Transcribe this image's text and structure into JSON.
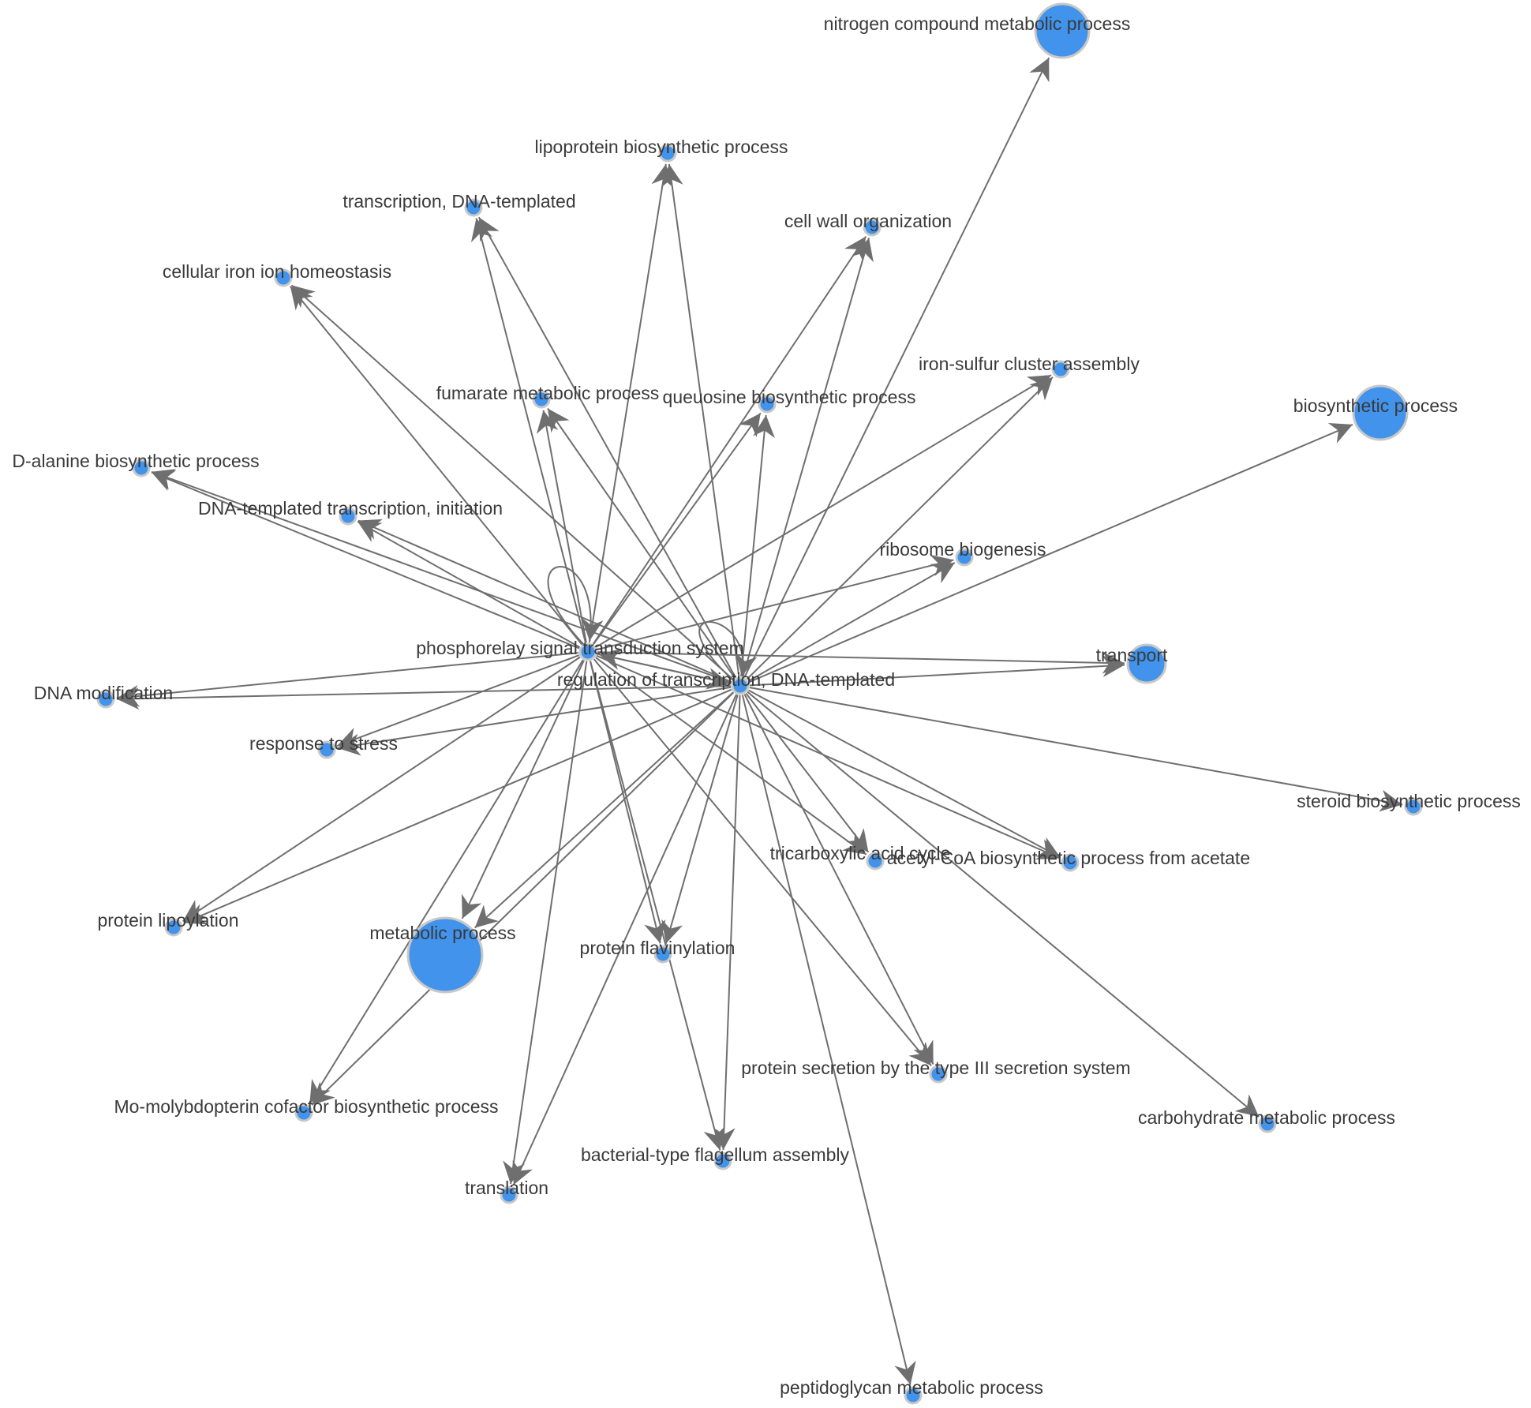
{
  "graph": {
    "hubs": [
      "phosphorelay",
      "regulation"
    ],
    "nodes": [
      {
        "id": "phosphorelay",
        "label": "phosphorelay signal transduction system",
        "size": "small"
      },
      {
        "id": "regulation",
        "label": "regulation of transcription, DNA-templated",
        "size": "small"
      },
      {
        "id": "nitrogen",
        "label": "nitrogen compound metabolic process",
        "size": "large"
      },
      {
        "id": "lipoprotein",
        "label": "lipoprotein biosynthetic process",
        "size": "small"
      },
      {
        "id": "transcription",
        "label": "transcription, DNA-templated",
        "size": "small"
      },
      {
        "id": "cellwall",
        "label": "cell wall organization",
        "size": "small"
      },
      {
        "id": "iron",
        "label": "cellular iron ion homeostasis",
        "size": "small"
      },
      {
        "id": "ironsulfur",
        "label": "iron-sulfur cluster assembly",
        "size": "small"
      },
      {
        "id": "biosynthetic",
        "label": "biosynthetic process",
        "size": "large"
      },
      {
        "id": "fumarate",
        "label": "fumarate metabolic process",
        "size": "small"
      },
      {
        "id": "queuosine",
        "label": "queuosine biosynthetic process",
        "size": "small"
      },
      {
        "id": "dalanine",
        "label": "D-alanine biosynthetic process",
        "size": "small"
      },
      {
        "id": "dnainit",
        "label": "DNA-templated transcription, initiation",
        "size": "small"
      },
      {
        "id": "ribosome",
        "label": "ribosome biogenesis",
        "size": "small"
      },
      {
        "id": "transport",
        "label": "transport",
        "size": "medium"
      },
      {
        "id": "dnamod",
        "label": "DNA modification",
        "size": "small"
      },
      {
        "id": "stress",
        "label": "response to stress",
        "size": "small"
      },
      {
        "id": "steroid",
        "label": "steroid biosynthetic process",
        "size": "small"
      },
      {
        "id": "tca",
        "label": "tricarboxylic acid cycle",
        "size": "small"
      },
      {
        "id": "acetylcoa",
        "label": "acetyl-CoA biosynthetic process from acetate",
        "size": "small"
      },
      {
        "id": "lipoylation",
        "label": "protein lipoylation",
        "size": "small"
      },
      {
        "id": "metabolic",
        "label": "metabolic process",
        "size": "xlarge"
      },
      {
        "id": "flavinylation",
        "label": "protein flavinylation",
        "size": "small"
      },
      {
        "id": "secretion",
        "label": "protein secretion by the type III secretion system",
        "size": "small"
      },
      {
        "id": "molybdopterin",
        "label": "Mo-molybdopterin cofactor biosynthetic process",
        "size": "small"
      },
      {
        "id": "carbohydrate",
        "label": "carbohydrate metabolic process",
        "size": "small"
      },
      {
        "id": "flagellum",
        "label": "bacterial-type flagellum assembly",
        "size": "small"
      },
      {
        "id": "translation",
        "label": "translation",
        "size": "small"
      },
      {
        "id": "peptidoglycan",
        "label": "peptidoglycan metabolic process",
        "size": "small"
      }
    ],
    "edges": [
      [
        "phosphorelay",
        "phosphorelay"
      ],
      [
        "regulation",
        "regulation"
      ],
      [
        "phosphorelay",
        "regulation"
      ],
      [
        "regulation",
        "phosphorelay"
      ],
      [
        "phosphorelay",
        "lipoprotein"
      ],
      [
        "regulation",
        "lipoprotein"
      ],
      [
        "phosphorelay",
        "transcription"
      ],
      [
        "regulation",
        "transcription"
      ],
      [
        "phosphorelay",
        "cellwall"
      ],
      [
        "regulation",
        "cellwall"
      ],
      [
        "phosphorelay",
        "iron"
      ],
      [
        "regulation",
        "iron"
      ],
      [
        "phosphorelay",
        "ironsulfur"
      ],
      [
        "regulation",
        "ironsulfur"
      ],
      [
        "phosphorelay",
        "fumarate"
      ],
      [
        "regulation",
        "fumarate"
      ],
      [
        "phosphorelay",
        "queuosine"
      ],
      [
        "regulation",
        "queuosine"
      ],
      [
        "phosphorelay",
        "dalanine"
      ],
      [
        "regulation",
        "dalanine"
      ],
      [
        "phosphorelay",
        "dnainit"
      ],
      [
        "regulation",
        "dnainit"
      ],
      [
        "phosphorelay",
        "ribosome"
      ],
      [
        "regulation",
        "ribosome"
      ],
      [
        "phosphorelay",
        "transport"
      ],
      [
        "regulation",
        "transport"
      ],
      [
        "phosphorelay",
        "dnamod"
      ],
      [
        "regulation",
        "dnamod"
      ],
      [
        "phosphorelay",
        "stress"
      ],
      [
        "regulation",
        "stress"
      ],
      [
        "phosphorelay",
        "tca"
      ],
      [
        "regulation",
        "tca"
      ],
      [
        "phosphorelay",
        "acetylcoa"
      ],
      [
        "regulation",
        "acetylcoa"
      ],
      [
        "phosphorelay",
        "lipoylation"
      ],
      [
        "regulation",
        "lipoylation"
      ],
      [
        "phosphorelay",
        "metabolic"
      ],
      [
        "regulation",
        "metabolic"
      ],
      [
        "phosphorelay",
        "flavinylation"
      ],
      [
        "regulation",
        "flavinylation"
      ],
      [
        "phosphorelay",
        "secretion"
      ],
      [
        "regulation",
        "secretion"
      ],
      [
        "phosphorelay",
        "molybdopterin"
      ],
      [
        "regulation",
        "molybdopterin"
      ],
      [
        "phosphorelay",
        "flagellum"
      ],
      [
        "regulation",
        "flagellum"
      ],
      [
        "phosphorelay",
        "translation"
      ],
      [
        "regulation",
        "translation"
      ],
      [
        "regulation",
        "nitrogen"
      ],
      [
        "regulation",
        "biosynthetic"
      ],
      [
        "regulation",
        "steroid"
      ],
      [
        "regulation",
        "carbohydrate"
      ],
      [
        "regulation",
        "peptidoglycan"
      ]
    ]
  },
  "colors": {
    "node_fill": "#4193ec",
    "node_stroke": "#c8c8c8",
    "edge": "#6f6f6f",
    "label": "#3a3a3a"
  }
}
